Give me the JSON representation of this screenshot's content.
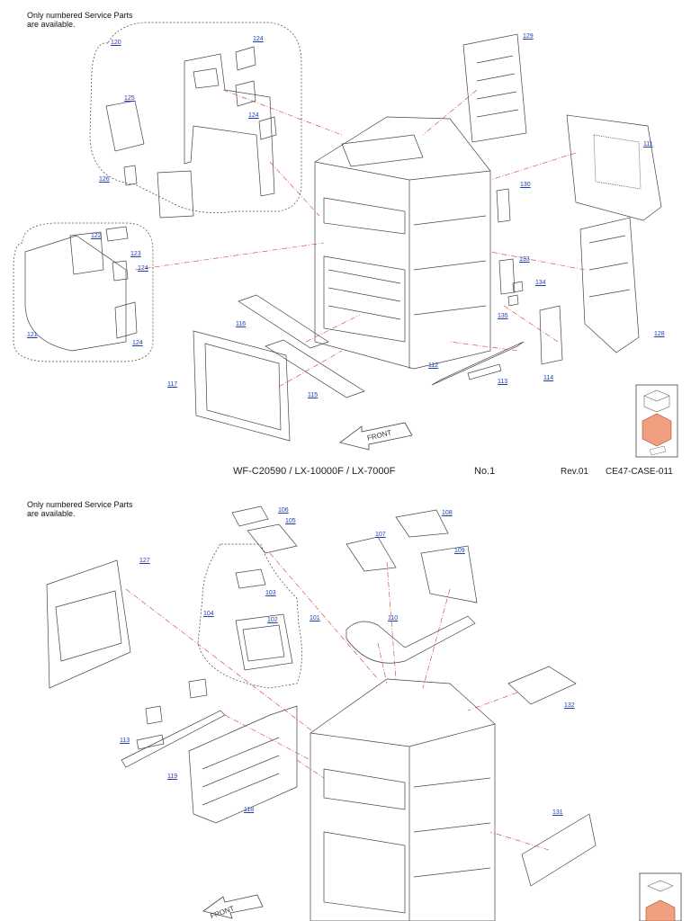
{
  "sheets": [
    {
      "note": "Only numbered Service Parts\nare available.",
      "callouts": [
        "120",
        "124",
        "125",
        "124",
        "126",
        "122",
        "123",
        "124",
        "121",
        "124",
        "129",
        "111",
        "130",
        "133",
        "134",
        "135",
        "128",
        "116",
        "117",
        "115",
        "112",
        "113",
        "114"
      ],
      "front_label": "FRONT",
      "footer": {
        "models": "WF-C20590 / LX-10000F / LX-7000F",
        "page": "No.1",
        "revision": "Rev.01",
        "code": "CE47-CASE-011"
      }
    },
    {
      "note": "Only numbered Service Parts\nare available.",
      "callouts": [
        "106",
        "105",
        "108",
        "107",
        "109",
        "127",
        "103",
        "104",
        "102",
        "101",
        "110",
        "132",
        "113",
        "119",
        "118",
        "131"
      ],
      "front_label": "FRONT"
    }
  ],
  "colors": {
    "callout": "#1f3fb0",
    "leader": "#d23a3a",
    "line": "#444444",
    "highlight": "#f0a080"
  }
}
